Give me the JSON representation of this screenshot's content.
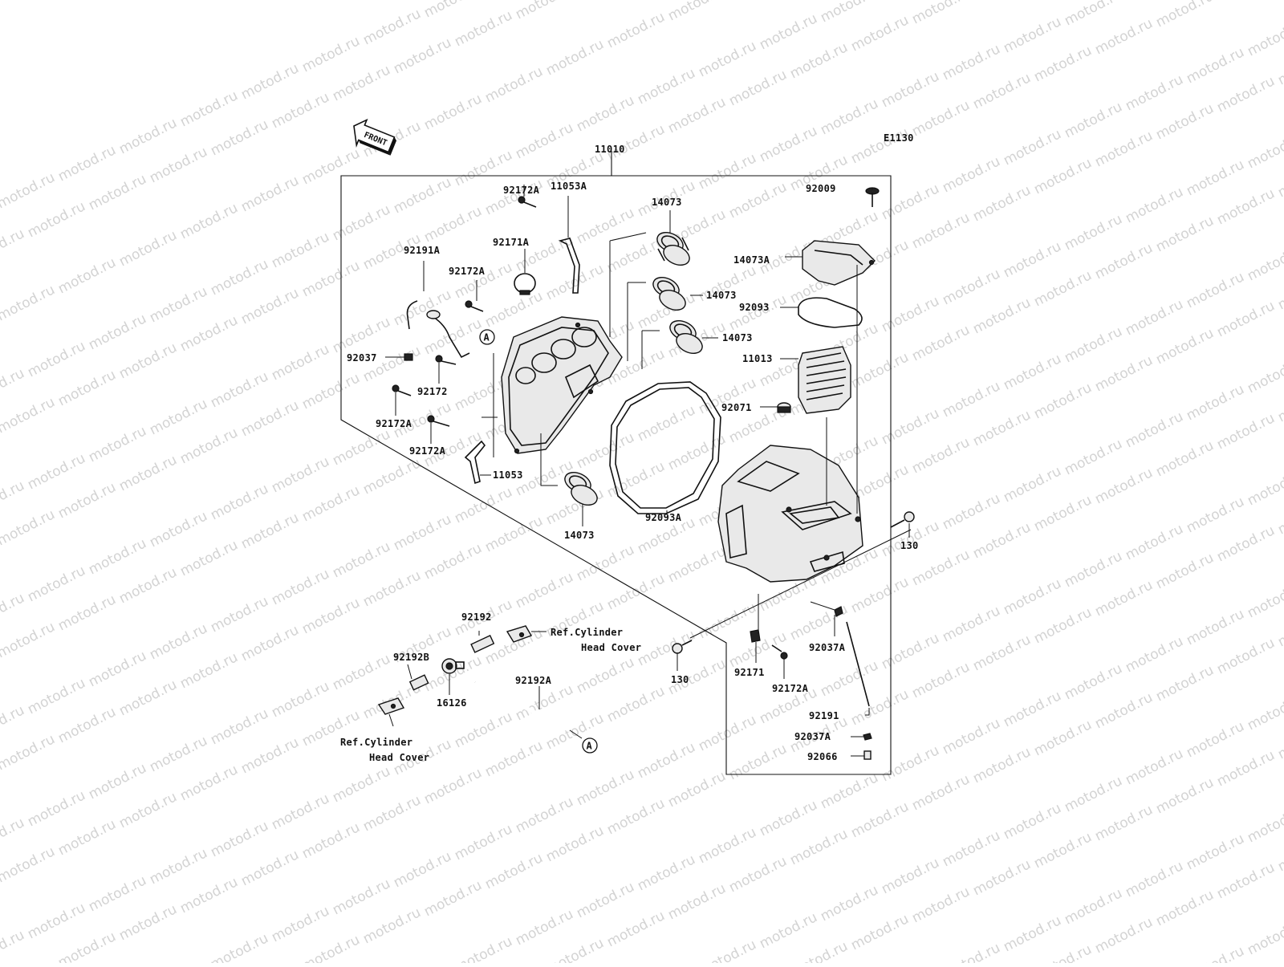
{
  "diagram_code": "E1130",
  "front_marker": "FRONT",
  "watermark": "motod.ru",
  "ref_a": "A",
  "labels": {
    "p11010": "11010",
    "p92172A_top": "92172A",
    "p11053A": "11053A",
    "p14073_top": "14073",
    "p92009": "92009",
    "p92191A": "92191A",
    "p92171A": "92171A",
    "p92172A_mid": "92172A",
    "p14073A": "14073A",
    "p14073_b": "14073",
    "p92093": "92093",
    "p14073_c": "14073",
    "p92037": "92037",
    "p11013": "11013",
    "p92172": "92172",
    "p92071": "92071",
    "p92172A_l": "92172A",
    "p92172A_l2": "92172A",
    "p11053": "11053",
    "p92093A": "92093A",
    "p14073_bot": "14073",
    "p130_r": "130",
    "p92192": "92192",
    "p92192B": "92192B",
    "p16126": "16126",
    "p92192A": "92192A",
    "p130_b": "130",
    "p92171": "92171",
    "p92172A_b": "92172A",
    "p92037A": "92037A",
    "p92191": "92191",
    "p92037A_b": "92037A",
    "p92066": "92066"
  },
  "refs": {
    "ref1_line1": "Ref.Cylinder",
    "ref1_line2": "Head Cover",
    "ref2_line1": "Ref.Cylinder",
    "ref2_line2": "Head Cover"
  }
}
